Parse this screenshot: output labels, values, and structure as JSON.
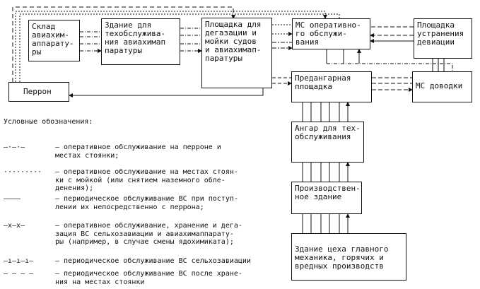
{
  "boxes": {
    "sklad": "Склад\nавиахим-\nаппарату-\nры",
    "zdanie_teh": "Здание для\nтехобслужива-\nния авиахимап\nпаратуры",
    "ploshchadka_degaz": "Площадка для\nдегазации и\nмойки судов\nи авиахимап-\nпаратуры",
    "ms_oper": "МС оперативно-\nго обслужи-\nвания",
    "ploshchadka_deviacii": "Площадка\nустранения\nдевиации",
    "perron": "Перрон",
    "predangar": "Предангарная\nплощадка",
    "ms_dovodki": "МС доводки",
    "angar": "Ангар для тех-\nобслуживания",
    "proizv": "Производствен-\nное здание",
    "ceh": "Здание цеха главного\nмеханика, горячих и\nвредных производств"
  },
  "legend": {
    "title": "Условные обозначения:",
    "items": [
      {
        "symbol": "—·—·—",
        "text": "– оперативное обслуживание на перроне и\n  местах стоянки;"
      },
      {
        "symbol": "·········",
        "text": "– оперативное обслуживание на местах стоян-\n  ки с мойкой (или снятием наземного обле-\n  денения);"
      },
      {
        "symbol": "————",
        "text": "– периодическое обслуживание ВС при поступ-\n  лении их непосредственно с перрона;"
      },
      {
        "symbol": "—x—x—",
        "text": "– оперативное обслуживание, хранение и дега-\n  зация ВС сельхозавиации и авиахимаппарату-\n  ры (например, в случае смены ядохимиката);"
      },
      {
        "symbol": "–ı–ı–ı–",
        "text": "– периодическое обслуживание ВС сельхозавиации"
      },
      {
        "symbol": "– – – –",
        "text": "– периодическое обслуживание ВС после хране-\n  ния на местах стоянки"
      }
    ]
  }
}
